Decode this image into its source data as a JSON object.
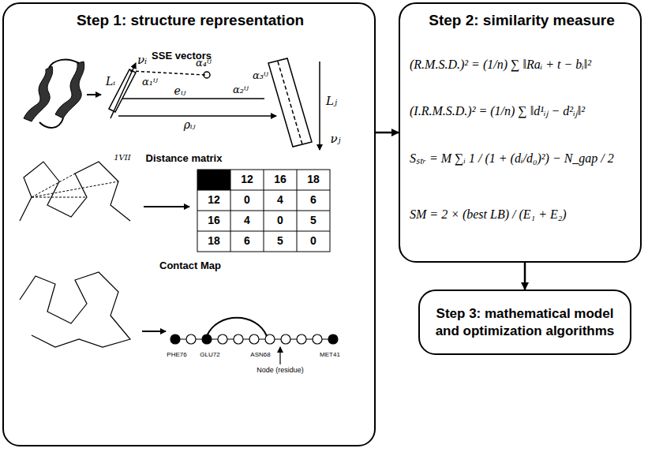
{
  "diagram": {
    "nodes": [
      {
        "text": [
          "Step 1: structure representation",
          "SSE vectors",
          "Distance matrix",
          "Contact Map"
        ]
      },
      {
        "text": [
          "Step 2: similarity measure",
          "(R.M.S.D.)² = (1/n) ∑ ‖Raᵢ + t − bᵢ‖²",
          "(I.R.M.S.D.)² = (1/n) ∑ ‖d¹ᵢⱼ − d²ᵢⱼ‖²",
          "Sₛₜᵣ = M ∑ᵢ 1 / (1 + (dᵢ/d₀)²) − N_gap / 2",
          "SM = 2 × (best LB) / (E₁ + E₂)"
        ]
      },
      {
        "text": [
          "Step 3: mathematical model and optimization algorithms"
        ]
      }
    ],
    "edges": [
      {
        "from": 0,
        "to": 1,
        "arrow": "to"
      },
      {
        "from": 1,
        "to": 2,
        "arrow": "to"
      }
    ],
    "labels": [
      "νᵢ",
      "Lᵢ",
      "α₁ⁱʲ",
      "α₄ⁱʲ",
      "eᵢⱼ",
      "α₂ⁱʲ",
      "ρᵢⱼ",
      "α₃ⁱʲ",
      "Lⱼ",
      "νⱼ",
      "1VII",
      "12",
      "16",
      "18",
      "12",
      "0",
      "4",
      "6",
      "16",
      "4",
      "0",
      "5",
      "18",
      "6",
      "5",
      "0",
      "PHE76",
      "GLU72",
      "ASN68",
      "MET41",
      "Node (residue)"
    ]
  }
}
